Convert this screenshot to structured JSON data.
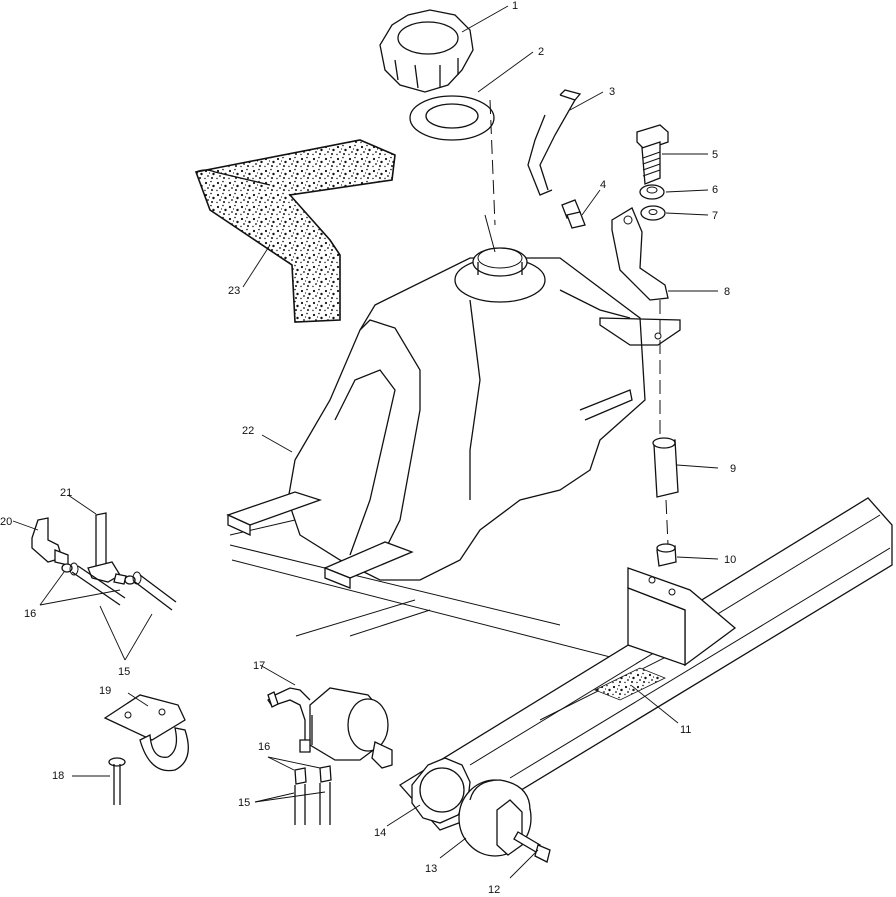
{
  "callouts": {
    "c1": "1",
    "c2": "2",
    "c3": "3",
    "c4": "4",
    "c5": "5",
    "c6": "6",
    "c7": "7",
    "c8": "8",
    "c9": "9",
    "c10": "10",
    "c11": "11",
    "c12": "12",
    "c13": "13",
    "c14": "14",
    "c15a": "15",
    "c15b": "15",
    "c16a": "16",
    "c16b": "16",
    "c17": "17",
    "c18": "18",
    "c19": "19",
    "c20": "20",
    "c21": "21",
    "c22": "22",
    "c23": "23"
  }
}
